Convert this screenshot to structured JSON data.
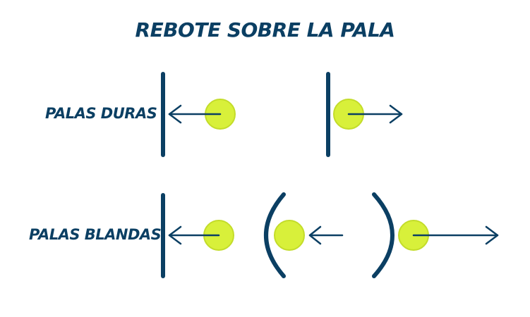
{
  "title": "REBOTE SOBRE LA PALA",
  "rows": {
    "hard": {
      "label": "PALAS DURAS"
    },
    "soft": {
      "label": "PALAS BLANDAS"
    }
  },
  "colors": {
    "paddle": "#0b3f63",
    "arrow": "#0b3f63",
    "ball": "#d8f03a",
    "ball_stroke": "#c3dc2a",
    "text": "#0b3f63"
  },
  "icons": [
    "paddle-line-icon",
    "paddle-curved-icon",
    "ball-icon",
    "arrow-icon"
  ]
}
